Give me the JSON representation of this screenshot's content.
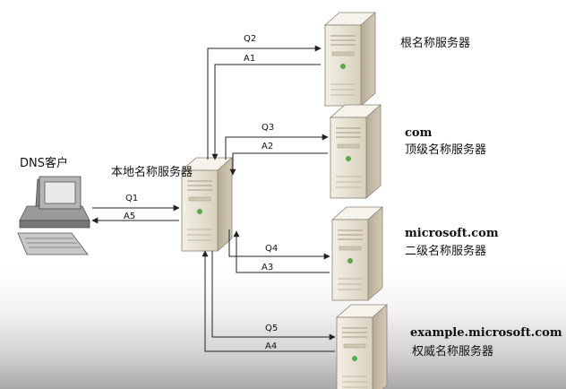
{
  "nodes": {
    "dns_client": {
      "label": "DNS客户"
    },
    "local_server": {
      "label": "本地名称服务器"
    },
    "root_server": {
      "label": "根名称服务器"
    },
    "com_server": {
      "domain": "com",
      "label": "顶级名称服务器"
    },
    "microsoft_server": {
      "domain": "microsoft.com",
      "label": "二级名称服务器"
    },
    "example_server": {
      "domain": "example.microsoft.com",
      "label": "权威名称服务器"
    }
  },
  "messages": {
    "q1": "Q1",
    "a5": "A5",
    "q2": "Q2",
    "a1": "A1",
    "q3": "Q3",
    "a2": "A2",
    "q4": "Q4",
    "a3": "A3",
    "q5": "Q5",
    "a4": "A4"
  },
  "colors": {
    "server_front": "#e9e4d6",
    "server_side": "#c3b9a6",
    "server_top": "#f5f2ea",
    "led": "#4fb343",
    "line": "#222222"
  }
}
